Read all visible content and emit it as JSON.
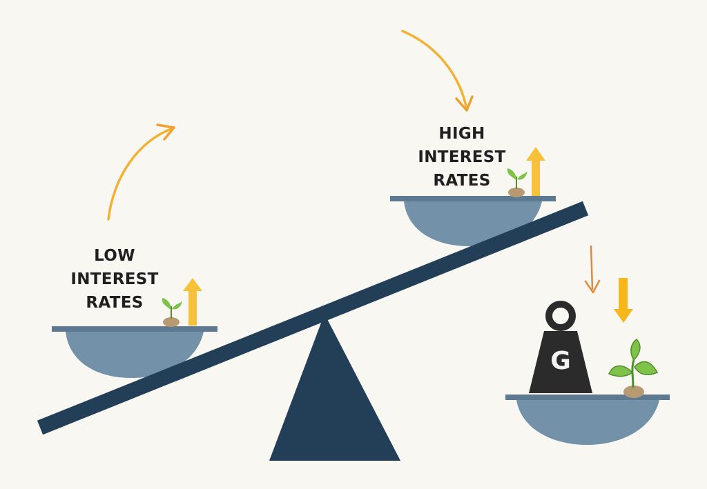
{
  "labels": {
    "low": [
      "LOW",
      "INTEREST",
      "RATES"
    ],
    "high": [
      "HIGH",
      "INTEREST",
      "RATES"
    ]
  },
  "weight": {
    "letter": "G"
  },
  "colors": {
    "background": "#f8f7f2",
    "beam": "#223f57",
    "pan": "#7391a9",
    "pan_rim": "#5d7a92",
    "arrow_curve": "#f2b233",
    "arrow_up": "#f7c23a",
    "arrow_down_orange": "#e08a3c",
    "arrow_down_yellow": "#f5b719",
    "weight": "#2b2b2b",
    "sprout_leaf": "#7ec24a",
    "seed": "#b89a72"
  },
  "icons": [
    "seesaw-beam",
    "fulcrum",
    "scale-pan",
    "curved-arrow-icon",
    "up-arrow-icon",
    "down-arrow-icon",
    "sprout-icon",
    "weight-icon"
  ]
}
